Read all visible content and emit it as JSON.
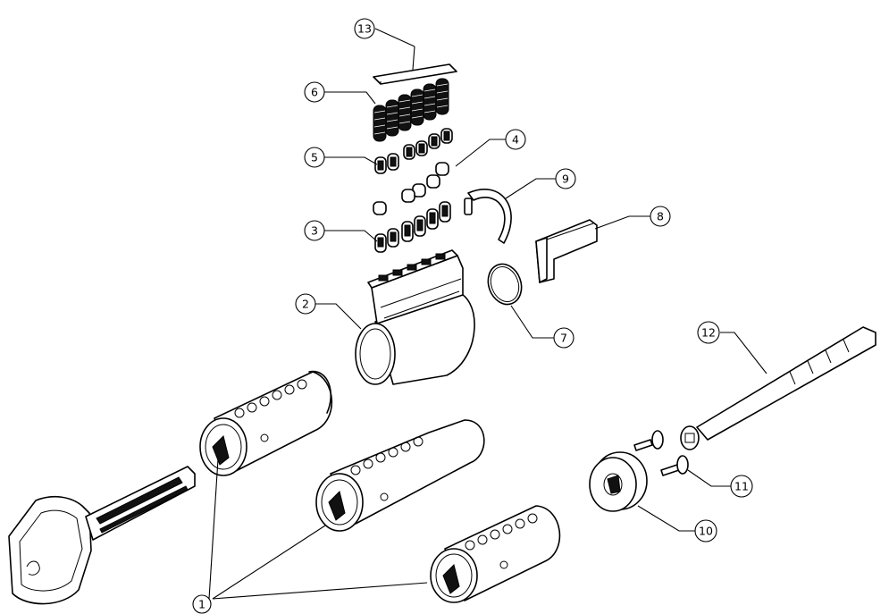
{
  "callouts": [
    {
      "id": "callout-13",
      "label": "13"
    },
    {
      "id": "callout-6",
      "label": "6"
    },
    {
      "id": "callout-5",
      "label": "5"
    },
    {
      "id": "callout-4",
      "label": "4"
    },
    {
      "id": "callout-9",
      "label": "9"
    },
    {
      "id": "callout-8",
      "label": "8"
    },
    {
      "id": "callout-3",
      "label": "3"
    },
    {
      "id": "callout-2",
      "label": "2"
    },
    {
      "id": "callout-7",
      "label": "7"
    },
    {
      "id": "callout-12",
      "label": "12"
    },
    {
      "id": "callout-11",
      "label": "11"
    },
    {
      "id": "callout-10",
      "label": "10"
    },
    {
      "id": "callout-1",
      "label": "1"
    }
  ]
}
